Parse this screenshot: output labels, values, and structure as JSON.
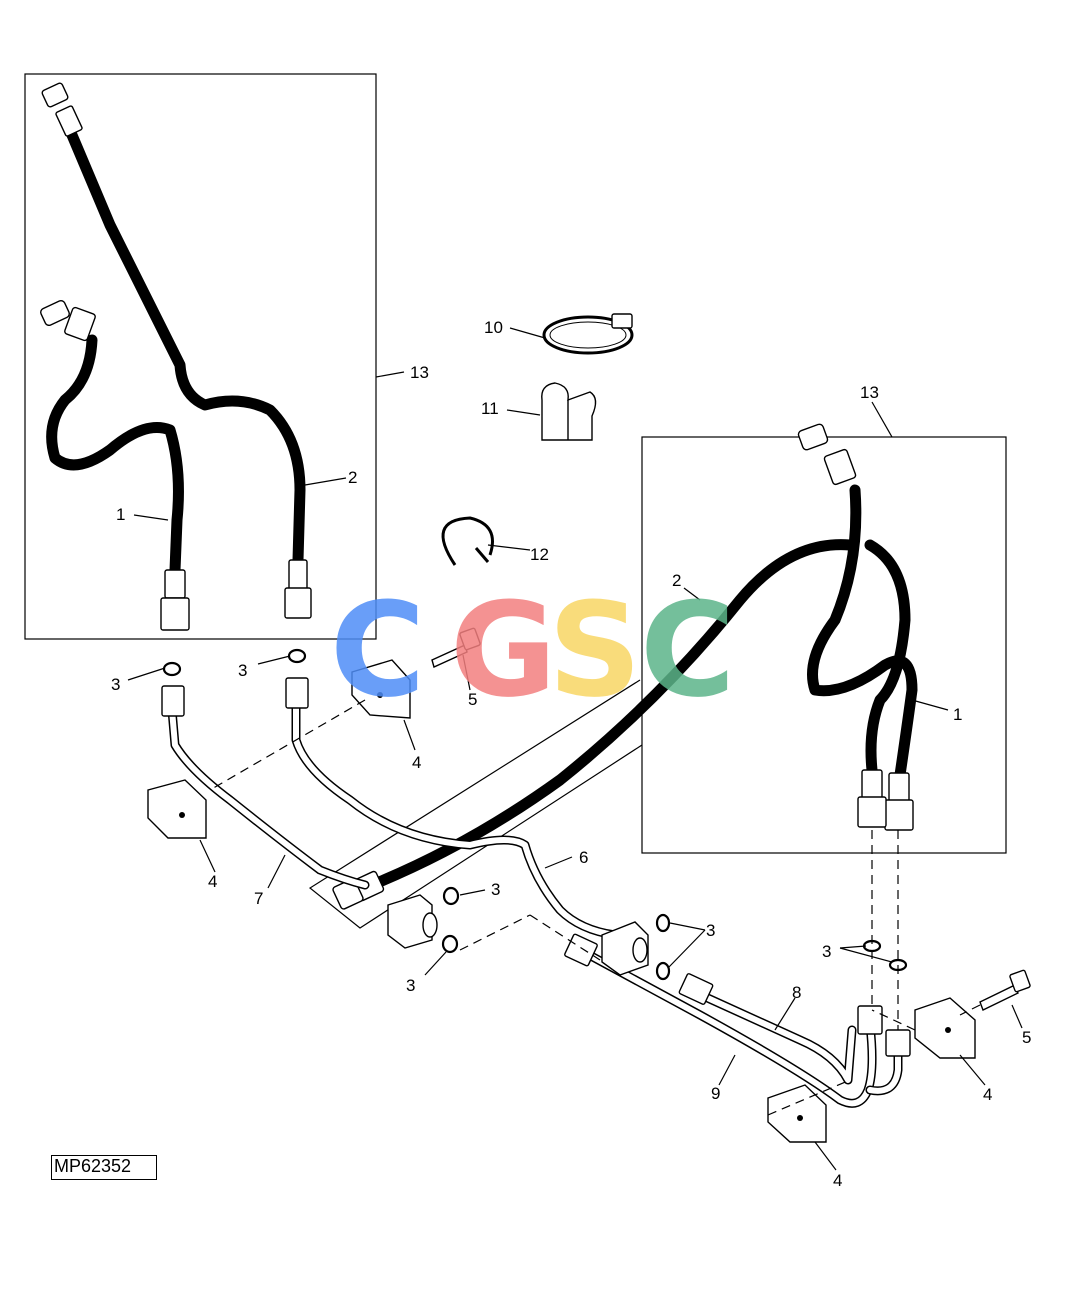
{
  "diagram": {
    "reference_code": "MP62352",
    "watermark": [
      "C",
      "G",
      "S",
      "C"
    ],
    "watermark_colors": [
      "#4f8ef7",
      "#f37f7f",
      "#f9d765",
      "#5cb58a"
    ],
    "callouts": {
      "c1_left": "1",
      "c2_left": "2",
      "c13_left": "13",
      "c13_right": "13",
      "c1_right": "1",
      "c2_right": "2",
      "c10": "10",
      "c11": "11",
      "c12": "12",
      "c3_a": "3",
      "c3_b": "3",
      "c3_c": "3",
      "c3_d": "3",
      "c3_e": "3",
      "c3_f": "3",
      "c4_a": "4",
      "c4_b": "4",
      "c4_c": "4",
      "c4_d": "4",
      "c5_a": "5",
      "c5_b": "5",
      "c6": "6",
      "c7": "7",
      "c8": "8",
      "c9": "9"
    }
  }
}
